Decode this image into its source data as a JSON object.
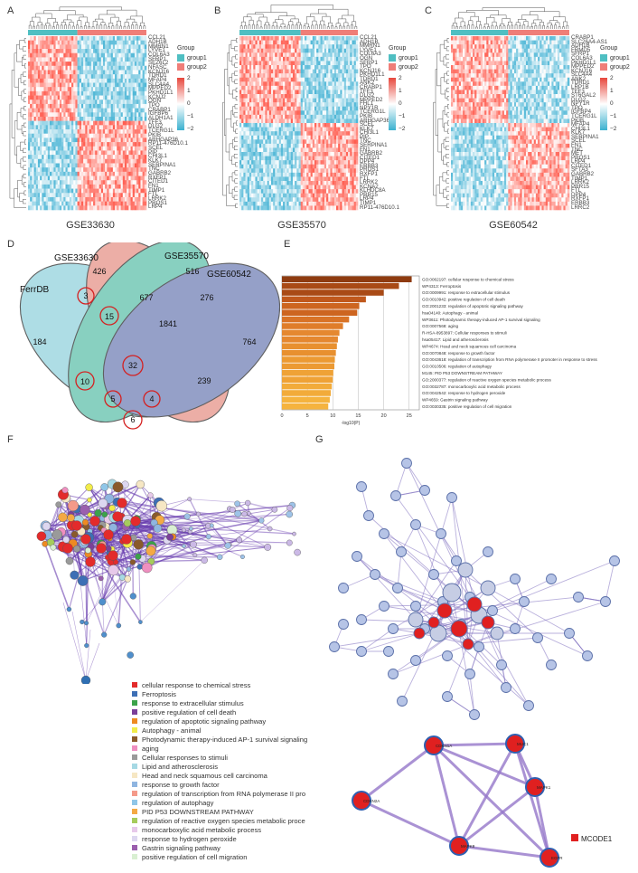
{
  "panels": {
    "A": "A",
    "B": "B",
    "C": "C",
    "D": "D",
    "E": "E",
    "F": "F",
    "G": "G"
  },
  "heatmaps": [
    {
      "id": "A",
      "dataset": "GSE33630",
      "genes": [
        "CCL21",
        "ADH1B",
        "MMRN1",
        "LYVE1",
        "COL6A3",
        "SFRP1",
        "SEZ6L2",
        "NFASC",
        "KCNJ16",
        "TDRD1",
        "MFAP4",
        "SLC4A4",
        "MPPED2",
        "PKHD1L1",
        "KCNJ2",
        "OGN",
        "TPO",
        "CRABP1",
        "IGFBP6",
        "ALDH1A1",
        "TFF3",
        "DLG2",
        "TCERG1L",
        "PKIB",
        "ARHGAP36",
        "RP11-476D10.1",
        "SCEL",
        "PIP",
        "CHI3L1",
        "KLK7",
        "SERPINA1",
        "TNC",
        "GABRB2",
        "RXFP1",
        "CITED1",
        "FN1",
        "TIMP1",
        "FTL",
        "LRRK2",
        "PROS1",
        "LRP4"
      ]
    },
    {
      "id": "B",
      "dataset": "GSE35570",
      "genes": [
        "CCL21",
        "ADH1B",
        "MMRN1",
        "LYVE1",
        "COL6A3",
        "OGN",
        "SFRP1",
        "TPO",
        "KCNJ16",
        "PKHD1L1",
        "TDRD1",
        "ANK2",
        "CRABP1",
        "TFF3",
        "DLG2",
        "MPPED2",
        "FHL1",
        "NPY1R",
        "TCERG1L",
        "PKIB",
        "ARHGAP36",
        "SCEL",
        "KLK7",
        "CHI3L1",
        "PIP",
        "TNC",
        "SERPINA1",
        "FN1",
        "GABRB2",
        "CITED1",
        "DPP4",
        "ERBB3",
        "PROS1",
        "RXFP1",
        "FTL",
        "LRRK2",
        "KCNA2",
        "KLHDC8A",
        "PRR15",
        "LRP4",
        "TIMP1",
        "RP11-476D10.1"
      ]
    },
    {
      "id": "C",
      "dataset": "GSE60542",
      "genes": [
        "CRABP1",
        "SLC26A4-AS1",
        "ADH1B",
        "FRMD5",
        "SFRP1",
        "COL6A3",
        "PKHD1L1",
        "MPPED2",
        "KCNJ16",
        "SLC4A4",
        "ANK2",
        "TDRD1",
        "LRP1B",
        "TFF3",
        "ST6GAL2",
        "DLG2",
        "NPY1R",
        "TPO",
        "IGFBP4",
        "TCERG1L",
        "PKIB",
        "MFAP4",
        "CHI3L1",
        "KLK7",
        "SERPINA1",
        "SCEL",
        "FN1",
        "TNC",
        "MET",
        "PROS1",
        "LRP4",
        "CITED1",
        "SFTA3",
        "GABRB2",
        "TIMP1",
        "LRRK2",
        "PRR15",
        "FTL",
        "DPP4",
        "RXFP1",
        "ERBB3",
        "LRRC2"
      ]
    }
  ],
  "heat_legend": {
    "group_title": "Group",
    "group1": "group1",
    "group2": "group2",
    "ticks": [
      "2",
      "1",
      "0",
      "−1",
      "−2"
    ]
  },
  "venn": {
    "sets": [
      "FerrDB",
      "GSE33630",
      "GSE35570",
      "GSE60542"
    ],
    "counts": [
      "426",
      "516",
      "184",
      "764",
      "3",
      "677",
      "276",
      "15",
      "1841",
      "32",
      "10",
      "239",
      "5",
      "4",
      "6"
    ]
  },
  "chart_data": {
    "type": "bar",
    "orientation": "horizontal",
    "categories": [
      "GO:0062197: cellular response to chemical stress",
      "WP4313: Ferroptosis",
      "GO:0009991: response to extracellular stimulus",
      "GO:0010942: positive regulation of cell death",
      "GO:2001233: regulation of apoptotic signaling pathway",
      "hsa04140: Autophagy - animal",
      "WP3611: Photodynamic therapy-induced AP-1 survival signaling",
      "GO:0007568: aging",
      "R-HSA-8953897: Cellular responses to stimuli",
      "hsa05417: Lipid and atherosclerosis",
      "WP4674: Head and neck squamous cell carcinoma",
      "GO:0070848: response to growth factor",
      "GO:0043618: regulation of transcription from RNA polymerase II promoter in response to stress",
      "GO:0010506: regulation of autophagy",
      "M145: PID P53 DOWNSTREAM PATHWAY",
      "GO:2000377: regulation of reactive oxygen species metabolic process",
      "GO:0032787: monocarboxylic acid metabolic process",
      "GO:0042542: response to hydrogen peroxide",
      "WP4659: Gastrin signaling pathway",
      "GO:0030335: positive regulation of cell migration"
    ],
    "values": [
      25.5,
      23,
      20,
      16.5,
      15.2,
      14.8,
      13.2,
      12,
      11.3,
      11,
      10.8,
      10.6,
      10.4,
      10.3,
      10.1,
      10,
      9.8,
      9.6,
      9.4,
      9.1
    ],
    "colors": [
      "#8e3b10",
      "#a94a16",
      "#a94a16",
      "#c0581c",
      "#cd6520",
      "#cd6520",
      "#d97326",
      "#df7d2a",
      "#e58830",
      "#e58830",
      "#e8902f",
      "#e8902f",
      "#ec9a33",
      "#ec9a33",
      "#efa236",
      "#efa236",
      "#f2ab3a",
      "#f2ab3a",
      "#f5b33e",
      "#f5b33e"
    ],
    "xlabel": "-log10(P)",
    "xticks": [
      "0",
      "5",
      "10",
      "15",
      "20",
      "25"
    ],
    "xlim": [
      0,
      27
    ]
  },
  "cluster_legend": [
    {
      "label": "cellular response to chemical stress",
      "color": "#e32b2b"
    },
    {
      "label": "Ferroptosis",
      "color": "#3d6fb5"
    },
    {
      "label": "response to extracellular stimulus",
      "color": "#3ba34a"
    },
    {
      "label": "positive regulation of cell death",
      "color": "#7b3f99"
    },
    {
      "label": "regulation of apoptotic signaling pathway",
      "color": "#ee8a22"
    },
    {
      "label": "Autophagy - animal",
      "color": "#f2ec4a"
    },
    {
      "label": "Photodynamic therapy-induced AP-1 survival signaling",
      "color": "#8a5a2b"
    },
    {
      "label": "aging",
      "color": "#ef8fc0"
    },
    {
      "label": "Cellular responses to stimuli",
      "color": "#9a9a9a"
    },
    {
      "label": "Lipid and atherosclerosis",
      "color": "#a6d9e4"
    },
    {
      "label": "Head and neck squamous cell carcinoma",
      "color": "#f6e7c4"
    },
    {
      "label": "response to growth factor",
      "color": "#8fb5e0"
    },
    {
      "label": "regulation of transcription from RNA polymerase II pro",
      "color": "#f49a8a"
    },
    {
      "label": "regulation of autophagy",
      "color": "#8fc6e8"
    },
    {
      "label": "PID P53 DOWNSTREAM PATHWAY",
      "color": "#f4a944"
    },
    {
      "label": "regulation of reactive oxygen species metabolic proce",
      "color": "#a6cc5c"
    },
    {
      "label": "monocarboxylic acid metabolic process",
      "color": "#e7c9ea"
    },
    {
      "label": "response to hydrogen peroxide",
      "color": "#ddd7f0"
    },
    {
      "label": "Gastrin signaling pathway",
      "color": "#9b5fae"
    },
    {
      "label": "positive regulation of cell migration",
      "color": "#d9efd2"
    }
  ],
  "mcode": {
    "nodes": [
      "CDKN1A",
      "MUC1",
      "MAPK1",
      "CDKN2A",
      "MAPK8",
      "EGFR"
    ],
    "legend": "MCODE1",
    "color": "#e02020"
  }
}
